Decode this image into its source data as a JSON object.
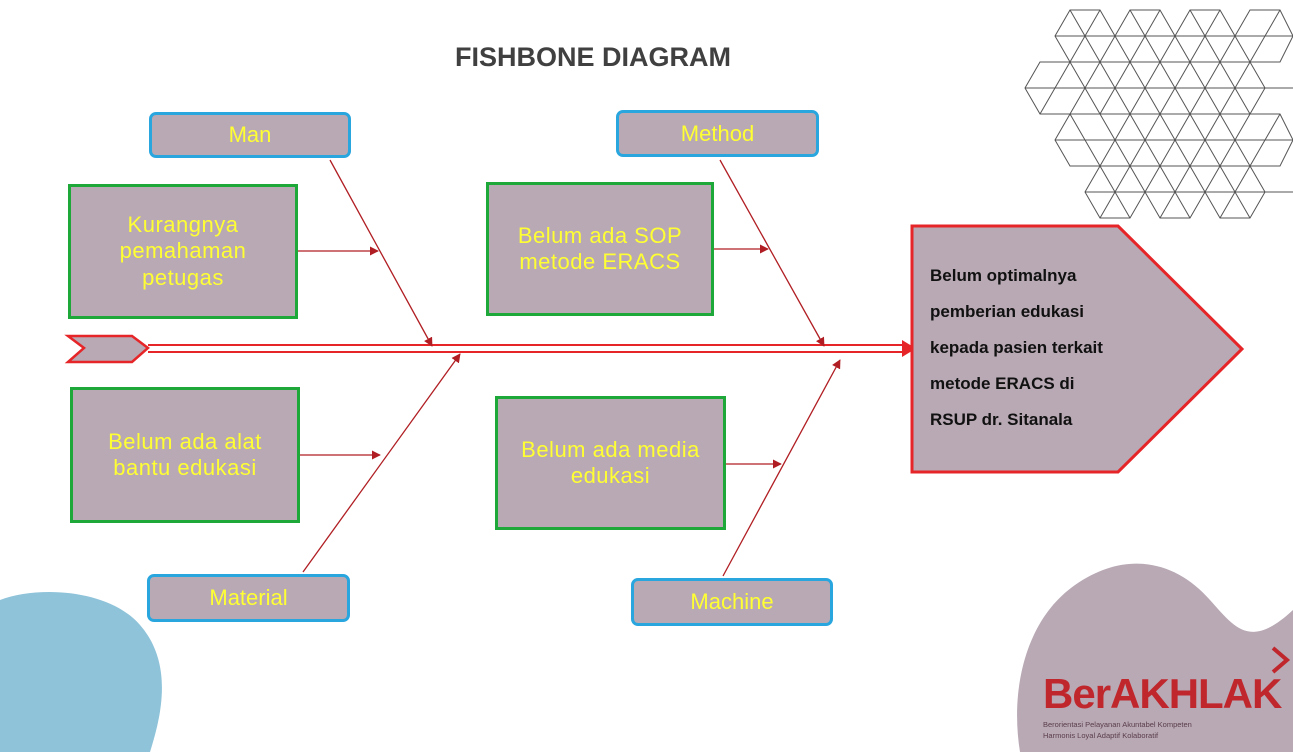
{
  "diagram": {
    "title": "FISHBONE DIAGRAM",
    "categories": {
      "man": "Man",
      "method": "Method",
      "material": "Material",
      "machine": "Machine"
    },
    "causes": {
      "man": [
        "Kurangnya",
        "pemahaman",
        "petugas"
      ],
      "method": [
        "Belum ada SOP",
        "metode ERACS"
      ],
      "material": [
        "Belum ada alat",
        "bantu edukasi"
      ],
      "machine": [
        "Belum ada media",
        "edukasi"
      ]
    },
    "effect": [
      "Belum optimalnya",
      "pemberian edukasi",
      "kepada pasien terkait",
      "metode ERACS di",
      "RSUP dr. Sitanala"
    ]
  },
  "branding": {
    "logo_text": "BerAKHLAK",
    "tagline": [
      "Berorientasi Pelayanan Akuntabel Kompeten",
      "Harmonis Loyal Adaptif Kolaboratif"
    ]
  },
  "colors": {
    "spine": "#e52528",
    "arrow": "#b01e23",
    "box_fill": "#b8a9b4",
    "category_border": "#2aa6df",
    "cause_border": "#1fa83a",
    "label_text": "#ffff33",
    "blob_blue": "#8ec3da",
    "blob_mauve": "#b8a9b4"
  }
}
